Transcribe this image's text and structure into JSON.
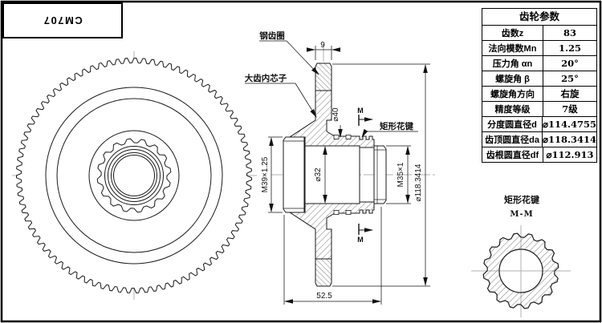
{
  "title_block": {
    "code": "CM707"
  },
  "table": {
    "title": "齿轮参数",
    "rows": [
      {
        "label": "齿数z",
        "value": "83"
      },
      {
        "label": "法向模数Mn",
        "value": "1.25"
      },
      {
        "label": "压力角 αn",
        "value": "20°"
      },
      {
        "label": "螺旋角 β",
        "value": "25°"
      },
      {
        "label": "螺旋角方向",
        "value": "右旋"
      },
      {
        "label": "精度等级",
        "value": "7级"
      },
      {
        "label": "分度圆直径d",
        "value": "⌀114.4755"
      },
      {
        "label": "齿顶圆直径da",
        "value": "⌀118.3414"
      },
      {
        "label": "齿根圆直径df",
        "value": "⌀112.913"
      }
    ]
  },
  "section_view": {
    "labels": {
      "gear_ring": "钢齿圈",
      "core": "大齿内芯子",
      "spline_callout": "矩形花键"
    },
    "dims": {
      "ring_width": "9",
      "groove_dia": "⌀40",
      "left_thread": "M39×1.25",
      "bore": "⌀32",
      "right_thread": "M35×1",
      "tip_dia": "⌀118.3414",
      "hub_len": "52.5"
    },
    "section_letter_top": "M",
    "section_letter_bottom": "M"
  },
  "mm_view": {
    "title": "矩形花键",
    "section_name": "M-M"
  },
  "gear": {
    "z": 83,
    "spline_teeth": 16
  },
  "colors": {
    "line": "#1a1a1a",
    "centerline": "#b0b0b0",
    "background": "#ffffff"
  }
}
